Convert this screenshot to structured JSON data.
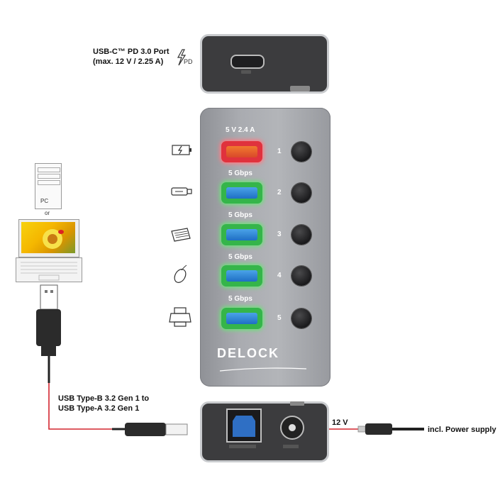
{
  "labels": {
    "usbc_line1": "USB-C™ PD 3.0 Port",
    "usbc_line2": "(max. 12 V / 2.25 A)",
    "usbb_line1": "USB Type-B 3.2 Gen 1 to",
    "usbb_line2": "USB Type-A 3.2 Gen 1",
    "voltage": "12 V",
    "power": "incl. Power supply",
    "pc": "PC",
    "or": "or",
    "brand": "DELOCK",
    "pd_symbol": "PD"
  },
  "ports": [
    {
      "speed": "5 V 2.4 A",
      "number": "1",
      "color": "red",
      "icon": "charging-battery-icon"
    },
    {
      "speed": "5 Gbps",
      "number": "2",
      "color": "green",
      "icon": "usb-stick-icon"
    },
    {
      "speed": "5 Gbps",
      "number": "3",
      "color": "green",
      "icon": "keyboard-icon"
    },
    {
      "speed": "5 Gbps",
      "number": "4",
      "color": "green",
      "icon": "mouse-icon"
    },
    {
      "speed": "5 Gbps",
      "number": "5",
      "color": "green",
      "icon": "printer-icon"
    }
  ],
  "colors": {
    "hub_body": "#a9abb0",
    "charge_port": "#e0323d",
    "data_port": "#35b54a",
    "cable_red": "#d4252f"
  }
}
